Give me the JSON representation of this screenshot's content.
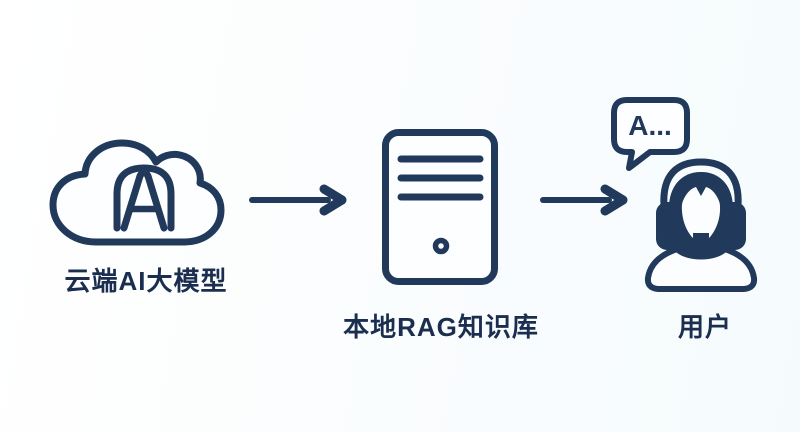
{
  "diagram": {
    "background_color": "#fbfdfe",
    "line_color": "#21395b",
    "text_color": "#1b2e4f",
    "nodes": [
      {
        "id": "cloud-ai",
        "icon": "cloud-with-letter-a-icon",
        "logo_letter": "A",
        "label": "云端AI大模型"
      },
      {
        "id": "local-rag",
        "icon": "server-tower-icon",
        "label": "本地RAG知识库"
      },
      {
        "id": "user",
        "icon": "person-headset-icon",
        "bubble_text": "A...",
        "label": "用户"
      }
    ],
    "connections": [
      {
        "from": "cloud-ai",
        "to": "local-rag",
        "style": "right-arrow"
      },
      {
        "from": "local-rag",
        "to": "user",
        "style": "right-arrow"
      }
    ]
  }
}
